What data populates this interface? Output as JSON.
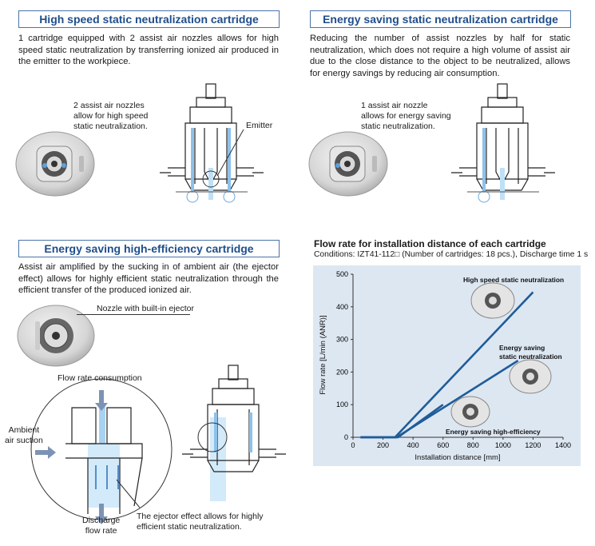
{
  "sections": {
    "high_speed": {
      "title": "High speed static neutralization cartridge",
      "text": "1 cartridge equipped with 2 assist air nozzles allows for high speed static neutralization by transferring ionized air produced in the emitter to the workpiece.",
      "callout": "2 assist air nozzles\nallow for high speed\nstatic neutralization.",
      "emitter_label": "Emitter"
    },
    "energy_saving": {
      "title": "Energy saving static neutralization cartridge",
      "text": "Reducing the number of assist nozzles by half for static neutralization, which does not require a high volume of assist air due to the close distance to the object to be neutralized, allows for energy savings by reducing air consumption.",
      "callout": "1 assist air nozzle\nallows for energy saving\nstatic neutralization."
    },
    "high_efficiency": {
      "title": "Energy saving high-efficiency cartridge",
      "text": "Assist air amplified by the sucking in of ambient air (the ejector effect) allows for highly efficient static neutralization through the efficient transfer of the produced ionized air.",
      "nozzle_label": "Nozzle with built-in ejector",
      "flow_consumption": "Flow rate consumption",
      "ambient": "Ambient\nair suction",
      "discharge": "Discharge\nflow rate",
      "ejector_note": "The ejector effect allows for highly\nefficient static neutralization."
    }
  },
  "chart_heading": {
    "title": "Flow rate for installation distance of each cartridge",
    "conditions": "Conditions: IZT41-112□ (Number of cartridges: 18 pcs.), Discharge time 1 s"
  },
  "colors": {
    "header_border": "#4a74a8",
    "header_text": "#1f4e8c",
    "chart_bg": "#dde7f2",
    "line": "#1f5c99",
    "arrow": "#7d93b5"
  },
  "chart_data": {
    "type": "line",
    "xlabel": "Installation distance [mm]",
    "ylabel": "Flow rate [L/min (ANR)]",
    "xlim": [
      0,
      1400
    ],
    "ylim": [
      0,
      500
    ],
    "xticks": [
      "0",
      "200",
      "400",
      "600",
      "800",
      "1000",
      "1200",
      "1400"
    ],
    "yticks": [
      "0",
      "100",
      "200",
      "300",
      "400",
      "500"
    ],
    "grid": false,
    "series": [
      {
        "name": "High speed static neutralization",
        "x": [
          50,
          280,
          1200
        ],
        "y": [
          0,
          0,
          445
        ]
      },
      {
        "name": "Energy saving\nstatic neutralization",
        "x": [
          50,
          290,
          1100
        ],
        "y": [
          0,
          0,
          235
        ]
      },
      {
        "name": "Energy saving high-efficiency",
        "x": [
          50,
          300,
          600
        ],
        "y": [
          0,
          0,
          100
        ]
      }
    ]
  }
}
